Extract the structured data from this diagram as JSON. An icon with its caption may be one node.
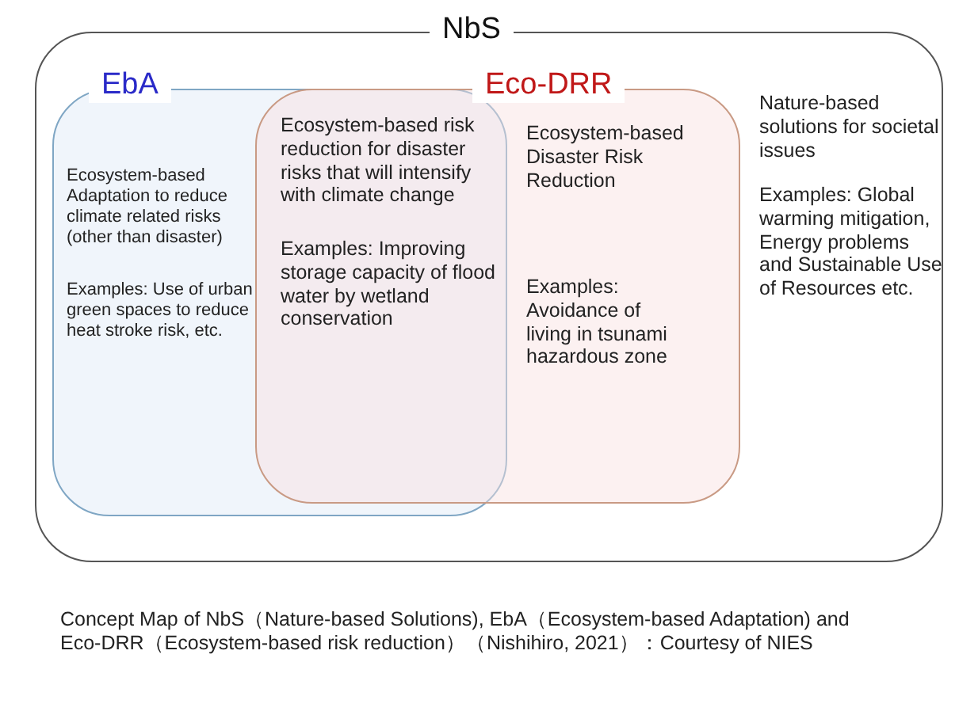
{
  "diagram": {
    "caption": "Concept Map of NbS（Nature-based Solutions), EbA（Ecosystem-based Adaptation) and Eco-DRR（Ecosystem-based risk reduction）（Nishihiro, 2021）：Courtesy of NIES",
    "nodes": [
      {
        "text": [
          "NbS",
          "Nature-based solutions for societal issues",
          "Examples: Global warming mitigation, Energy problems and Sustainable Use of Resources etc."
        ]
      },
      {
        "text": [
          "EbA",
          "Ecosystem-based Adaptation to reduce climate related risks (other than disaster)",
          "Examples: Use of urban green spaces to reduce heat stroke risk, etc."
        ],
        "in": 0
      },
      {
        "text": [
          "Eco-DRR",
          "Ecosystem-based Disaster Risk Reduction",
          "Examples: Avoidance of living in tsunami hazardous zone"
        ],
        "in": 0
      }
    ],
    "edges": [],
    "labels": [
      "Ecosystem-based risk reduction for disaster risks that will intensify with climate change",
      "Examples: Improving storage capacity of flood water by wetland conservation"
    ]
  }
}
